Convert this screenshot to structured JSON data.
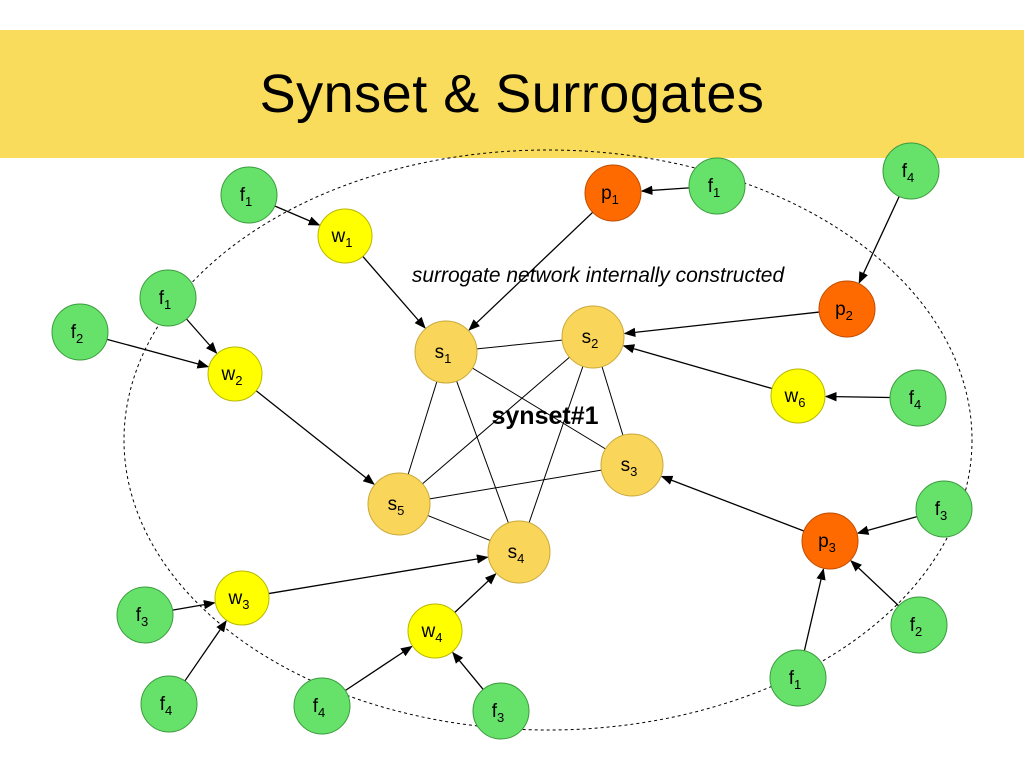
{
  "title": "Synset & Surrogates",
  "annotation": "surrogate network internally constructed",
  "center_label": "synset#1",
  "colors": {
    "title_band": "#f9dc5c",
    "feature_node": "#66e26a",
    "word_node": "#ffff00",
    "page_node": "#ff6a00",
    "surrogate_node": "#f9d55a",
    "edge": "#000000"
  },
  "nodes": [
    {
      "id": "s1",
      "type": "surrogate",
      "base": "s",
      "sub": "1"
    },
    {
      "id": "s2",
      "type": "surrogate",
      "base": "s",
      "sub": "2"
    },
    {
      "id": "s3",
      "type": "surrogate",
      "base": "s",
      "sub": "3"
    },
    {
      "id": "s4",
      "type": "surrogate",
      "base": "s",
      "sub": "4"
    },
    {
      "id": "s5",
      "type": "surrogate",
      "base": "s",
      "sub": "5"
    },
    {
      "id": "w1",
      "type": "word",
      "base": "w",
      "sub": "1"
    },
    {
      "id": "w2",
      "type": "word",
      "base": "w",
      "sub": "2"
    },
    {
      "id": "w3",
      "type": "word",
      "base": "w",
      "sub": "3"
    },
    {
      "id": "w4",
      "type": "word",
      "base": "w",
      "sub": "4"
    },
    {
      "id": "w6",
      "type": "word",
      "base": "w",
      "sub": "6"
    },
    {
      "id": "p1",
      "type": "page",
      "base": "p",
      "sub": "1"
    },
    {
      "id": "p2",
      "type": "page",
      "base": "p",
      "sub": "2"
    },
    {
      "id": "p3",
      "type": "page",
      "base": "p",
      "sub": "3"
    },
    {
      "id": "fa",
      "type": "feature",
      "base": "f",
      "sub": "1"
    },
    {
      "id": "fb",
      "type": "feature",
      "base": "f",
      "sub": "1"
    },
    {
      "id": "fc",
      "type": "feature",
      "base": "f",
      "sub": "2"
    },
    {
      "id": "fd",
      "type": "feature",
      "base": "f",
      "sub": "1"
    },
    {
      "id": "fe",
      "type": "feature",
      "base": "f",
      "sub": "4"
    },
    {
      "id": "ff",
      "type": "feature",
      "base": "f",
      "sub": "4"
    },
    {
      "id": "fg",
      "type": "feature",
      "base": "f",
      "sub": "3"
    },
    {
      "id": "fh",
      "type": "feature",
      "base": "f",
      "sub": "2"
    },
    {
      "id": "fi",
      "type": "feature",
      "base": "f",
      "sub": "1"
    },
    {
      "id": "fj",
      "type": "feature",
      "base": "f",
      "sub": "3"
    },
    {
      "id": "fk",
      "type": "feature",
      "base": "f",
      "sub": "4"
    },
    {
      "id": "fl",
      "type": "feature",
      "base": "f",
      "sub": "4"
    },
    {
      "id": "fm",
      "type": "feature",
      "base": "f",
      "sub": "3"
    }
  ],
  "arrows": [
    [
      "fa",
      "w1"
    ],
    [
      "fb",
      "w2"
    ],
    [
      "fc",
      "w2"
    ],
    [
      "w1",
      "s1"
    ],
    [
      "w2",
      "s5"
    ],
    [
      "fd",
      "p1"
    ],
    [
      "p1",
      "s1"
    ],
    [
      "fe",
      "p2"
    ],
    [
      "p2",
      "s2"
    ],
    [
      "ff",
      "w6"
    ],
    [
      "w6",
      "s2"
    ],
    [
      "fg",
      "p3"
    ],
    [
      "fh",
      "p3"
    ],
    [
      "fi",
      "p3"
    ],
    [
      "p3",
      "s3"
    ],
    [
      "fj",
      "w3"
    ],
    [
      "fk",
      "w3"
    ],
    [
      "w3",
      "s4"
    ],
    [
      "fl",
      "w4"
    ],
    [
      "fm",
      "w4"
    ],
    [
      "w4",
      "s4"
    ]
  ],
  "links": [
    [
      "s1",
      "s2"
    ],
    [
      "s1",
      "s3"
    ],
    [
      "s1",
      "s4"
    ],
    [
      "s1",
      "s5"
    ],
    [
      "s2",
      "s3"
    ],
    [
      "s2",
      "s4"
    ],
    [
      "s2",
      "s5"
    ],
    [
      "s3",
      "s5"
    ],
    [
      "s4",
      "s5"
    ]
  ]
}
